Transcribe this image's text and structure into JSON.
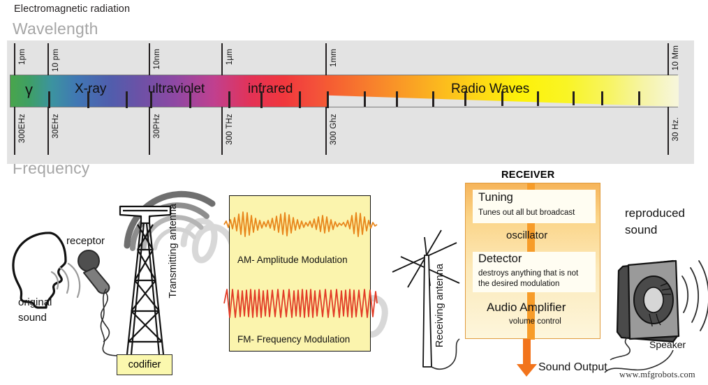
{
  "titles": {
    "em": "Electromagnetic radiation",
    "wavelength": "Wavelength",
    "frequency": "Frequency"
  },
  "spectrum": {
    "regions": [
      {
        "name": "gamma",
        "label": "γ"
      },
      {
        "name": "xray",
        "label": "X-ray"
      },
      {
        "name": "ultraviolet",
        "label": "ultraviolet"
      },
      {
        "name": "infrared",
        "label": "infrared"
      },
      {
        "name": "radio",
        "label": "Radio Waves"
      }
    ],
    "wavelength_ticks": [
      "1pm",
      "10 pm",
      "10nm",
      "1µm",
      "1mm",
      "10 Mm"
    ],
    "frequency_ticks": [
      "300EHz",
      "30EHz",
      "30PHz",
      "300 THz",
      "300 Ghz",
      "30 Hz."
    ],
    "colors": {
      "panel_bg": "#e3e3e3",
      "gamma": "#49a54b",
      "xray": "#4077b4",
      "ultraviolet": "#8f48a3",
      "infrared": "#e43255",
      "radio_start": "#f55b33",
      "radio_end": "#f7f6dd"
    }
  },
  "diagram": {
    "original_sound": "original\nsound",
    "original_sound_line1": "original",
    "original_sound_line2": "sound",
    "receptor": "receptor",
    "transmitting_antenna": "Transmitting antenna",
    "codifier": "codifier",
    "receiving_antenna": "Receiving antenna",
    "reproduced_sound_line1": "reproduced",
    "reproduced_sound_line2": "sound",
    "speaker": "Speaker",
    "sound_output": "Sound Output"
  },
  "modulation": {
    "am_caption": "AM- Amplitude Modulation",
    "fm_caption": "FM- Frequency Modulation",
    "am_color": "#e8861b",
    "fm_color": "#e23b26",
    "panel_color": "#fbf4ad"
  },
  "receiver": {
    "title": "RECEIVER",
    "tuning_title": "Tuning",
    "tuning_sub": "Tunes out all but broadcast",
    "oscillator": "oscillator",
    "detector_title": "Detector",
    "detector_sub_line1": "destroys anything that is not",
    "detector_sub_line2": "the desired modulation",
    "amplifier_title": "Audio Amplifier",
    "amplifier_sub": "volume control",
    "accent_color": "#f79c29"
  },
  "watermark": "www.mfgrobots.com"
}
